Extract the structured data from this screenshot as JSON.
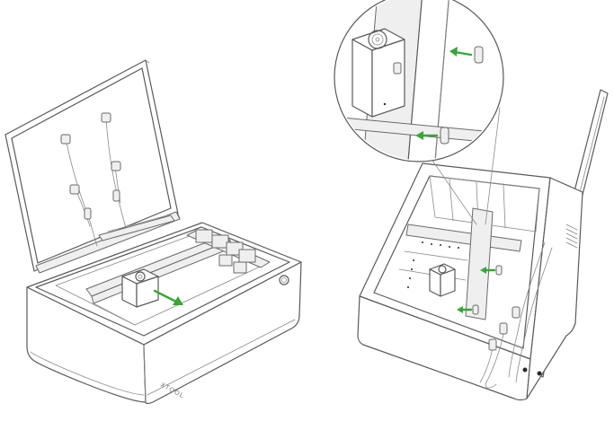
{
  "brand_text": "XTOOL",
  "colors": {
    "arrow": "#3aa53a",
    "line": "#5a5a5a",
    "light_line": "#8a8a8a",
    "background": "#ffffff"
  },
  "figures": [
    {
      "name": "laser-module-removal-view",
      "arrow_direction": "right-down"
    },
    {
      "name": "rail-detail-view",
      "arrow_direction": "left"
    }
  ]
}
